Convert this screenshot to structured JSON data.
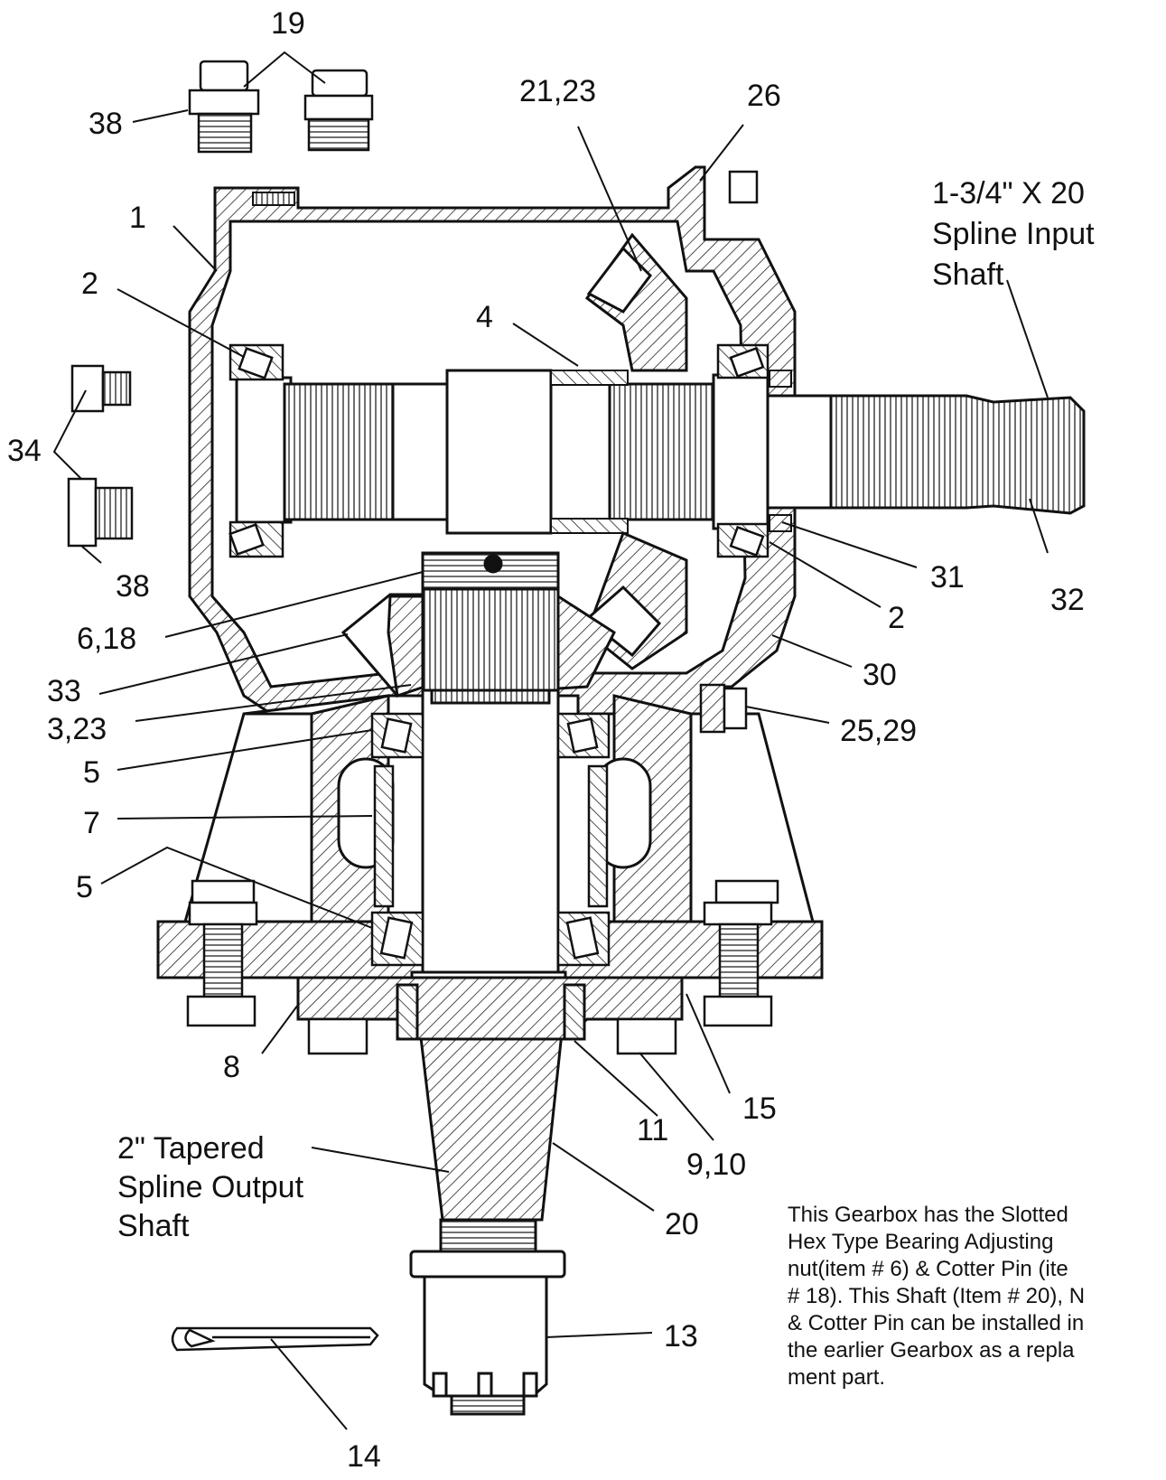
{
  "labels": {
    "l19": "19",
    "l38a": "38",
    "l21_23": "21,23",
    "l26": "26",
    "l1": "1",
    "l2a": "2",
    "l4": "4",
    "l34": "34",
    "l38b": "38",
    "l6_18": "6,18",
    "l33": "33",
    "l3_23": "3,23",
    "l5a": "5",
    "l7": "7",
    "l5b": "5",
    "l31": "31",
    "l2b": "2",
    "l32": "32",
    "l30": "30",
    "l25_29": "25,29",
    "l8": "8",
    "l11": "11",
    "l15": "15",
    "l9_10": "9,10",
    "l20": "20",
    "l13": "13",
    "l14": "14"
  },
  "input_shaft_caption": [
    "1-3/4\" X 20",
    "Spline Input",
    "Shaft"
  ],
  "output_shaft_caption": [
    "2\" Tapered",
    "Spline Output",
    "Shaft"
  ],
  "note_lines": [
    "This Gearbox has the Slotted",
    "Hex Type  Bearing Adjusting",
    "nut(item # 6)  & Cotter Pin (ite",
    "# 18). This Shaft (Item # 20), N",
    "& Cotter Pin can be installed in",
    "the earlier Gearbox as a repla",
    "ment part."
  ]
}
